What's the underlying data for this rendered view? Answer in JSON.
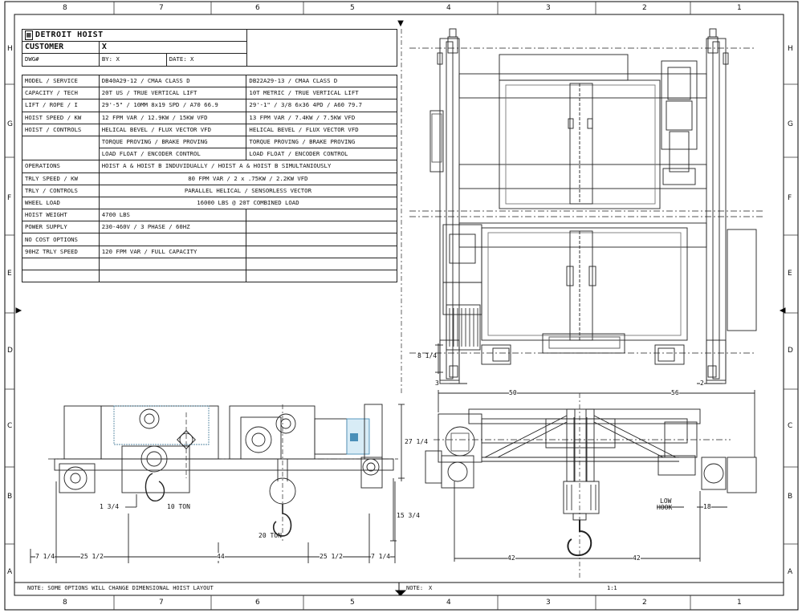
{
  "zones_top": [
    "8",
    "7",
    "6",
    "5",
    "4",
    "3",
    "2",
    "1"
  ],
  "zones_side": [
    "H",
    "G",
    "F",
    "E",
    "D",
    "C",
    "B",
    "A"
  ],
  "title": "DETROIT HOIST",
  "customer_label": "CUSTOMER",
  "customer_value": "X",
  "dwg_label": "DWG#",
  "by_label": "BY: X",
  "date_label": "DATE: X",
  "rows": [
    {
      "label": "MODEL / SERVICE",
      "a": "DB40A29-12 / CMAA CLASS D",
      "b": "DB22A29-13 / CMAA CLASS D"
    },
    {
      "label": "CAPACITY / TECH",
      "a": "20T US / TRUE VERTICAL LIFT",
      "b": "10T METRIC / TRUE VERTICAL LIFT"
    },
    {
      "label": "LIFT / ROPE / I",
      "a": "29'-5\" / 10MM 8x19 SPD / A70 66.9",
      "b": "29'-1\" / 3/8 6x36 4PD / A60 79.7"
    },
    {
      "label": "HOIST SPEED / KW",
      "a": "12 FPM VAR / 12.9KW / 15KW VFD",
      "b": "13 FPM VAR / 7.4KW / 7.5KW VFD"
    },
    {
      "label": "HOIST / CONTROLS",
      "a": "HELICAL BEVEL / FLUX VECTOR VFD",
      "b": "HELICAL BEVEL / FLUX VECTOR VFD"
    },
    {
      "label": "",
      "a": "TORQUE PROVING / BRAKE PROVING",
      "b": "TORQUE PROVING / BRAKE PROVING"
    },
    {
      "label": "",
      "a": "LOAD FLOAT / ENCODER CONTROL",
      "b": "LOAD FLOAT / ENCODER CONTROL"
    }
  ],
  "wide_rows": [
    {
      "label": "OPERATIONS",
      "value": "HOIST A & HOIST B INDUVIDUALLY / HOIST A & HOIST B SIMULTANIOUSLY",
      "center": false
    },
    {
      "label": "TRLY SPEED / KW",
      "value": "80 FPM VAR / 2 x .75KW / 2.2KW VFD",
      "center": true
    },
    {
      "label": "TRLY / CONTROLS",
      "value": "PARALLEL HELICAL / SENSORLESS VECTOR",
      "center": true
    },
    {
      "label": "WHEEL LOAD",
      "value": "16000 LBS @ 20T COMBINED LOAD",
      "center": true
    }
  ],
  "half_rows": [
    {
      "label": "HOIST WEIGHT",
      "value": "4700 LBS"
    },
    {
      "label": "POWER SUPPLY",
      "value": "230-460V / 3 PHASE / 60HZ"
    },
    {
      "label": "NO COST OPTIONS",
      "value": ""
    },
    {
      "label": "90HZ TRLY SPEED",
      "value": "120 FPM VAR / FULL CAPACITY"
    }
  ],
  "footer": {
    "note_left": "NOTE:  SOME OPTIONS WILL CHANGE DIMENSIONAL HOIST LAYOUT",
    "note_right_label": "NOTE:",
    "note_right_value": "X",
    "scale": "1:1"
  },
  "dims": {
    "d_7q_left": "7 1/4",
    "d_25h_left": "25 1/2",
    "d_44": "44",
    "d_25h_right": "25 1/2",
    "d_7q_right": "7 1/4",
    "d_1_3q": "1 3/4",
    "d_10ton": "10 TON",
    "d_20ton": "20 TON",
    "d_27q": "27 1/4",
    "d_15_3q": "15 3/4",
    "d_50": "50",
    "d_56": "56",
    "d_42a": "42",
    "d_42b": "42",
    "d_8q": "8 1/4",
    "d_3": "3",
    "d_2": "2",
    "d_18": "18",
    "d_low": "LOW",
    "d_hook": "HOOK"
  }
}
